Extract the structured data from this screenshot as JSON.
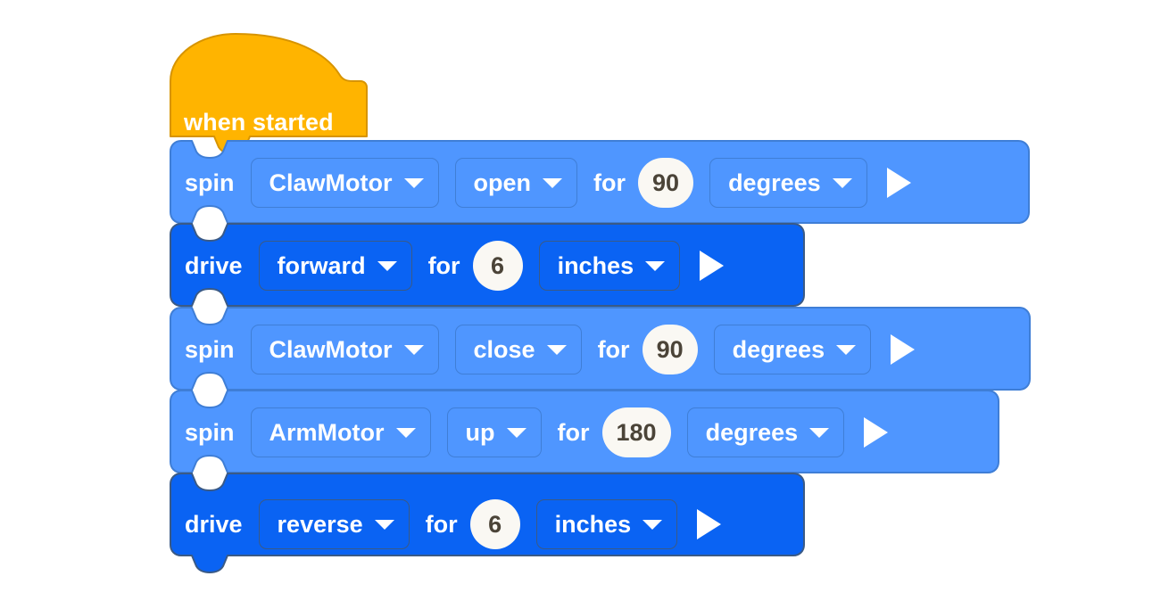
{
  "canvas": {
    "background": "#ffffff",
    "app": "block-coding-workspace"
  },
  "palette": {
    "hat_fill": "#ffb400",
    "hat_stroke": "#d79400",
    "spin_fill": "#4f96ff",
    "spin_stroke": "#3f7ed6",
    "drive_fill": "#0a63f3",
    "drive_stroke": "#3a5a86",
    "field_text": "#ffffff",
    "number_fill": "#faf8f3",
    "number_text": "#4b4438"
  },
  "script": {
    "hat": {
      "label": "when started",
      "kind": "event-hat"
    },
    "blocks": [
      {
        "kind": "spin",
        "keyword": "spin",
        "motor": "ClawMotor",
        "direction": "open",
        "for_label": "for",
        "value": "90",
        "units": "degrees",
        "run_icon": "play-icon"
      },
      {
        "kind": "drive",
        "keyword": "drive",
        "direction": "forward",
        "for_label": "for",
        "value": "6",
        "units": "inches",
        "run_icon": "play-icon"
      },
      {
        "kind": "spin",
        "keyword": "spin",
        "motor": "ClawMotor",
        "direction": "close",
        "for_label": "for",
        "value": "90",
        "units": "degrees",
        "run_icon": "play-icon"
      },
      {
        "kind": "spin",
        "keyword": "spin",
        "motor": "ArmMotor",
        "direction": "up",
        "for_label": "for",
        "value": "180",
        "units": "degrees",
        "run_icon": "play-icon"
      },
      {
        "kind": "drive",
        "keyword": "drive",
        "direction": "reverse",
        "for_label": "for",
        "value": "6",
        "units": "inches",
        "run_icon": "play-icon"
      }
    ]
  }
}
